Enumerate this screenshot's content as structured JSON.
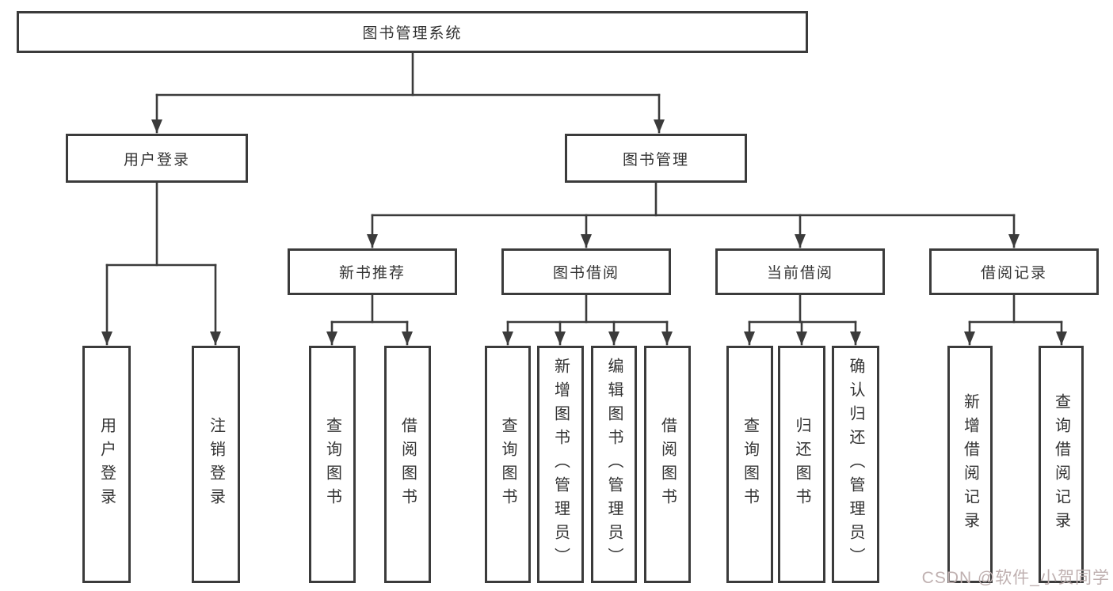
{
  "diagram": {
    "root": {
      "label": "图书管理系统",
      "children": [
        {
          "label": "用户登录",
          "children": [
            {
              "label": "用户登录"
            },
            {
              "label": "注销登录"
            }
          ]
        },
        {
          "label": "图书管理",
          "children": [
            {
              "label": "新书推荐",
              "children": [
                {
                  "label": "查询图书"
                },
                {
                  "label": "借阅图书"
                }
              ]
            },
            {
              "label": "图书借阅",
              "children": [
                {
                  "label": "查询图书"
                },
                {
                  "label": "新增图书（管理员）"
                },
                {
                  "label": "编辑图书（管理员）"
                },
                {
                  "label": "借阅图书"
                }
              ]
            },
            {
              "label": "当前借阅",
              "children": [
                {
                  "label": "查询图书"
                },
                {
                  "label": "归还图书"
                },
                {
                  "label": "确认归还（管理员）"
                }
              ]
            },
            {
              "label": "借阅记录",
              "children": [
                {
                  "label": "新增借阅记录"
                },
                {
                  "label": "查询借阅记录"
                }
              ]
            }
          ]
        }
      ]
    }
  },
  "watermark": {
    "text": "CSDN @软件_小贺同学"
  },
  "colors": {
    "line": "#3b3b3b",
    "box_border": "#3b3b3b",
    "text": "#333333",
    "watermark": "#bfb0b0",
    "background": "#ffffff"
  }
}
